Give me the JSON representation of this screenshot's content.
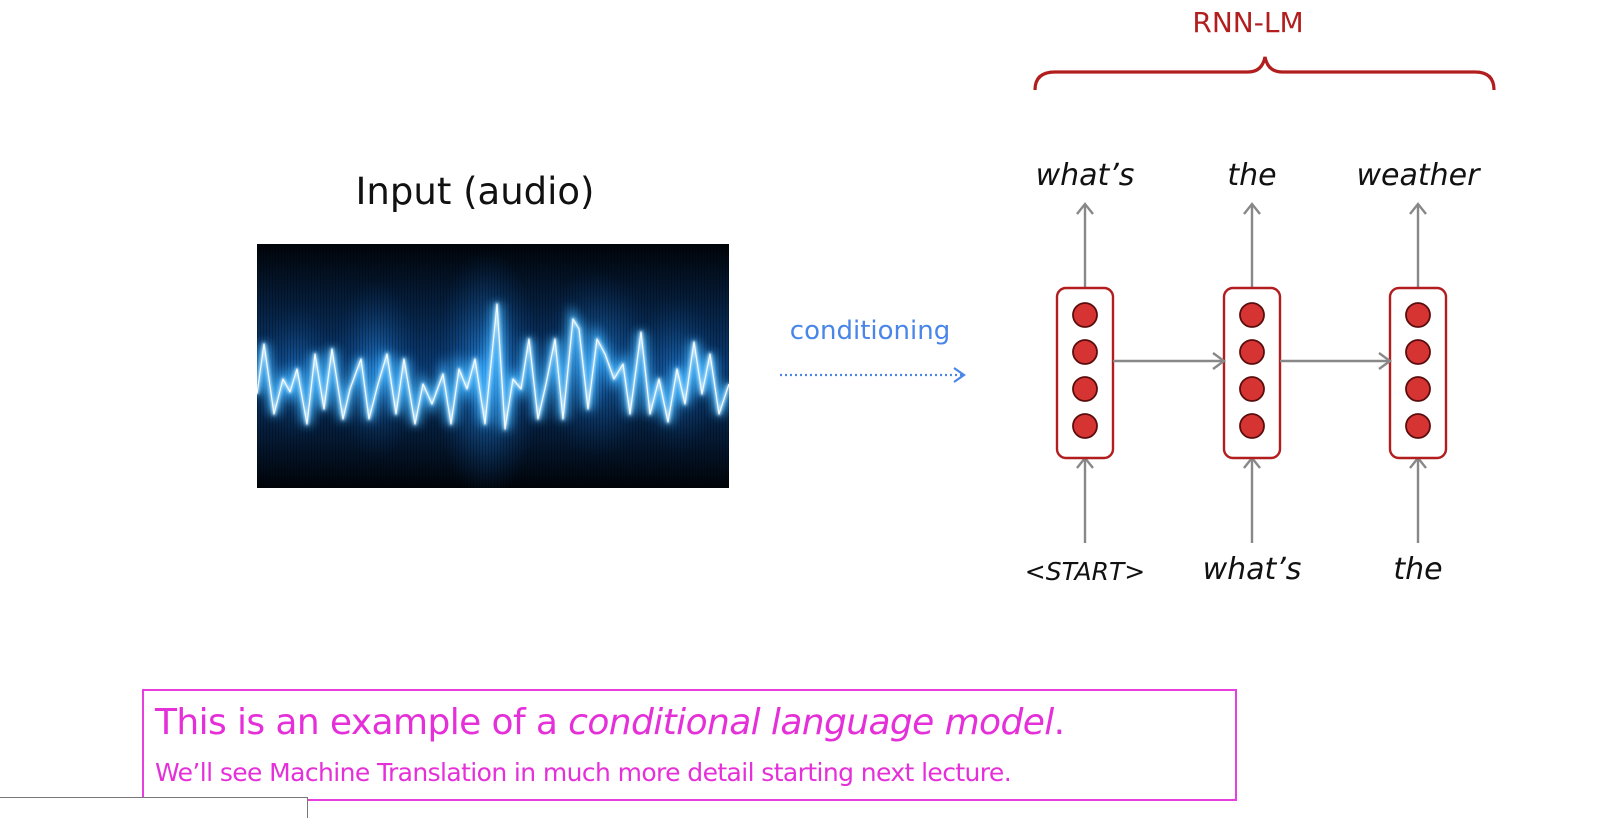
{
  "input": {
    "title": "Input (audio)",
    "image_description": "audio-waveform-image"
  },
  "conditioning": {
    "label": "conditioning",
    "color": "#4a86e8"
  },
  "rnn_lm": {
    "title": "RNN-LM",
    "color": "#b21d1d",
    "neuron_fill": "#d63333",
    "neurons_per_cell": 4,
    "outputs": [
      "what’s",
      "the",
      "weather"
    ],
    "inputs": [
      "<START>",
      "what’s",
      "the"
    ]
  },
  "callout": {
    "line1_prefix": "This is an example of a ",
    "line1_emphasis": "conditional language model",
    "line1_suffix": ".",
    "line2": "We’ll see Machine Translation in much more detail starting next lecture.",
    "color": "#e52fd9"
  }
}
